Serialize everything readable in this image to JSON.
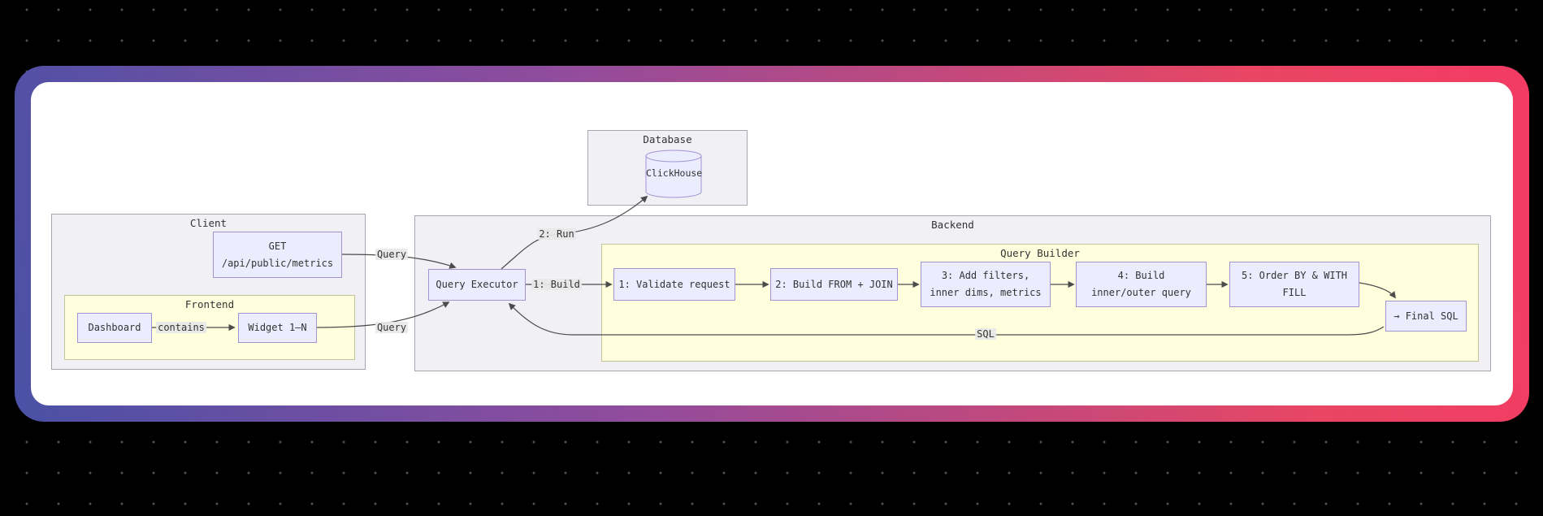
{
  "canvas": {
    "background": "#000000",
    "dot_color": "#50505c",
    "card_gradient": [
      "#4a51a6",
      "#8f4c9e",
      "#e84663",
      "#f43b63"
    ],
    "card_background": "#ffffff"
  },
  "diagram": {
    "style": {
      "node_fill": "#ececff",
      "node_border": "#9370db",
      "cluster_gray_fill": "#f0f0f5",
      "cluster_yellow_fill": "#ffffde",
      "edge_color": "#4b4b4b",
      "text_color": "#333333"
    },
    "clusters": {
      "database": {
        "label": "Database"
      },
      "client": {
        "label": "Client"
      },
      "frontend": {
        "label": "Frontend"
      },
      "backend": {
        "label": "Backend"
      },
      "query_builder": {
        "label": "Query Builder"
      }
    },
    "nodes": {
      "get": {
        "line1": "GET",
        "line2": "/api/public/metrics"
      },
      "dashboard": {
        "label": "Dashboard"
      },
      "widget": {
        "label": "Widget 1–N"
      },
      "query_executor": {
        "label": "Query Executor"
      },
      "clickhouse": {
        "label": "ClickHouse"
      },
      "step1": {
        "label": "1: Validate request"
      },
      "step2": {
        "label": "2: Build FROM + JOIN"
      },
      "step3": {
        "line1": "3: Add filters,",
        "line2": "inner dims, metrics"
      },
      "step4": {
        "line1": "4: Build",
        "line2": "inner/outer query"
      },
      "step5": {
        "line1": "5: Order BY & WITH",
        "line2": "FILL"
      },
      "final_sql": {
        "label": "→ Final SQL"
      }
    },
    "edge_labels": {
      "query_get": "Query",
      "query_widget": "Query",
      "contains": "contains",
      "run": "2: Run",
      "build": "1: Build",
      "sql": "SQL"
    },
    "edges": [
      {
        "from": "Dashboard",
        "to": "Widget 1–N",
        "label": "contains"
      },
      {
        "from": "GET /api/public/metrics",
        "to": "Query Executor",
        "label": "Query"
      },
      {
        "from": "Widget 1–N",
        "to": "Query Executor",
        "label": "Query"
      },
      {
        "from": "Query Executor",
        "to": "ClickHouse",
        "label": "2: Run"
      },
      {
        "from": "Query Executor",
        "to": "1: Validate request",
        "label": "1: Build"
      },
      {
        "from": "1: Validate request",
        "to": "2: Build FROM + JOIN",
        "label": ""
      },
      {
        "from": "2: Build FROM + JOIN",
        "to": "3: Add filters, inner dims, metrics",
        "label": ""
      },
      {
        "from": "3: Add filters, inner dims, metrics",
        "to": "4: Build inner/outer query",
        "label": ""
      },
      {
        "from": "4: Build inner/outer query",
        "to": "5: Order BY & WITH FILL",
        "label": ""
      },
      {
        "from": "5: Order BY & WITH FILL",
        "to": "→ Final SQL",
        "label": ""
      },
      {
        "from": "→ Final SQL",
        "to": "Query Executor",
        "label": "SQL"
      }
    ]
  }
}
